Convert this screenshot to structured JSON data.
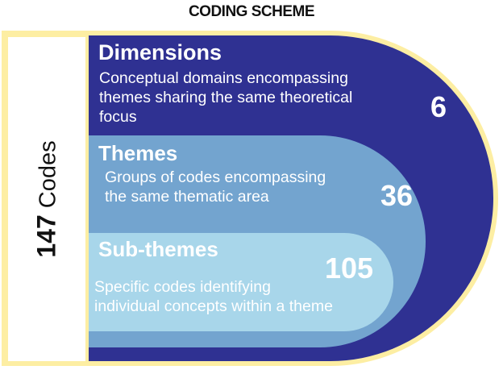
{
  "title": "CODING SCHEME",
  "total": {
    "number": "147",
    "label": "Codes"
  },
  "levels": [
    {
      "name": "Dimensions",
      "description_lines": [
        "Conceptual domains encompassing",
        "themes sharing the same theoretical",
        "focus"
      ],
      "count": "6",
      "color": "#2f3192"
    },
    {
      "name": "Themes",
      "description_lines": [
        "Groups of codes encompassing",
        "the same thematic area"
      ],
      "count": "36",
      "color": "#73a4cf"
    },
    {
      "name": "Sub-themes",
      "description_lines": [
        "Specific codes identifying",
        "individual concepts within a theme"
      ],
      "count": "105",
      "color": "#a8d6ea"
    }
  ],
  "colors": {
    "outer_fill": "#fdeea3",
    "text": "#ffffff"
  }
}
